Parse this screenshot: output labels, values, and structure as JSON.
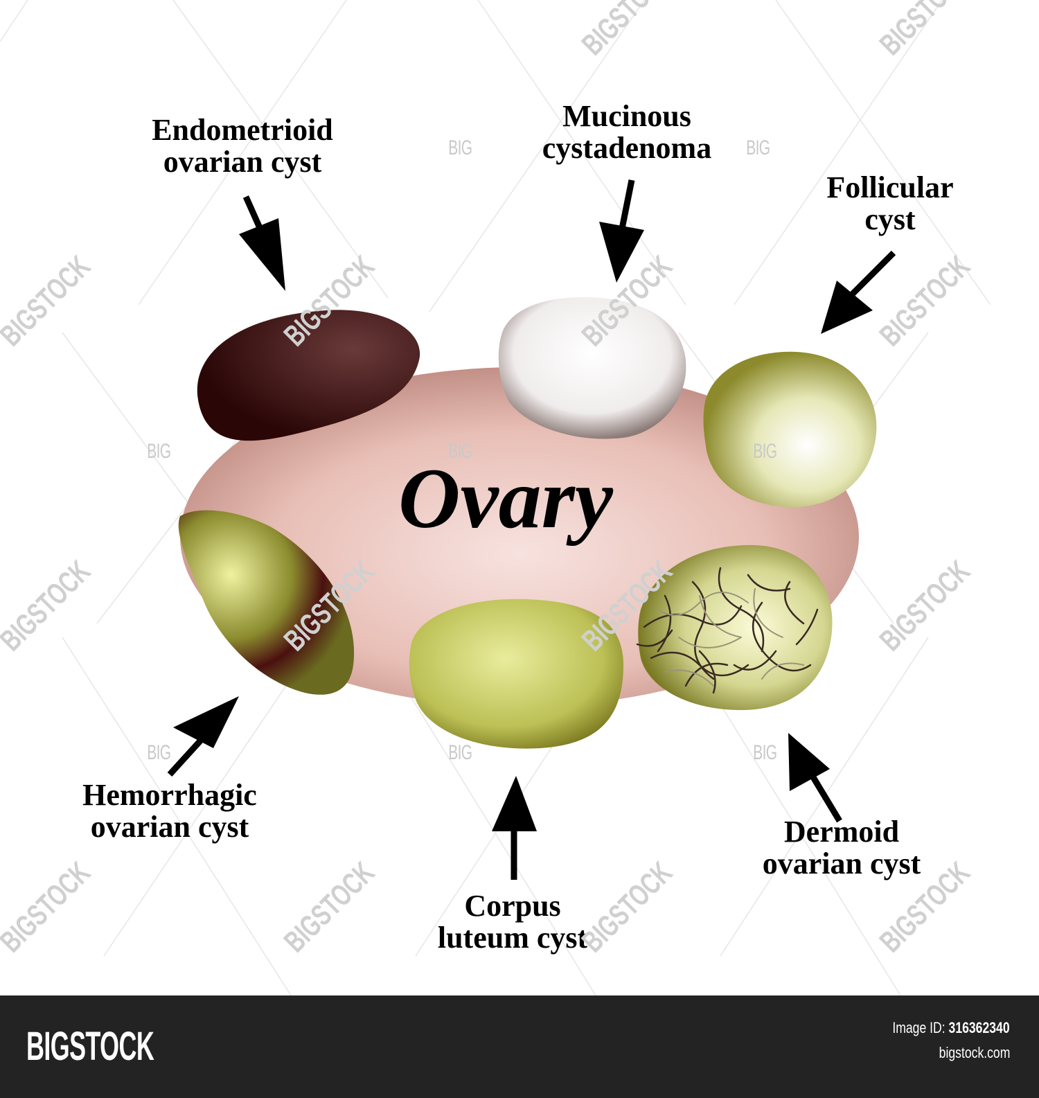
{
  "diagram": {
    "center_label": "Ovary",
    "cysts": [
      {
        "label_line1": "Endometrioid",
        "label_line2": "ovarian cyst",
        "color": "#3a0a0a"
      },
      {
        "label_line1": "Mucinous",
        "label_line2": "cystadenoma",
        "color": "#f4f0f0"
      },
      {
        "label_line1": "Follicular",
        "label_line2": "cyst",
        "color": "#c8cc7a"
      },
      {
        "label_line1": "Hemorrhagic",
        "label_line2": "ovarian cyst",
        "color": "#8a8a2e"
      },
      {
        "label_line1": "Corpus",
        "label_line2": "luteum cyst",
        "color": "#b8bc50"
      },
      {
        "label_line1": "Dermoid",
        "label_line2": "ovarian cyst",
        "color": "#c8cc7a"
      }
    ],
    "colors": {
      "ovary": "#e4b8ae",
      "ovary_edge": "#b8877c",
      "arrow": "#000000"
    }
  },
  "watermark": {
    "short": "BIG",
    "long": "BIGSTOCK"
  },
  "footer": {
    "logo": "BIGSTOCK",
    "image_id_label": "Image ID:",
    "image_id_value": "316362340",
    "url": "bigstock.com"
  }
}
